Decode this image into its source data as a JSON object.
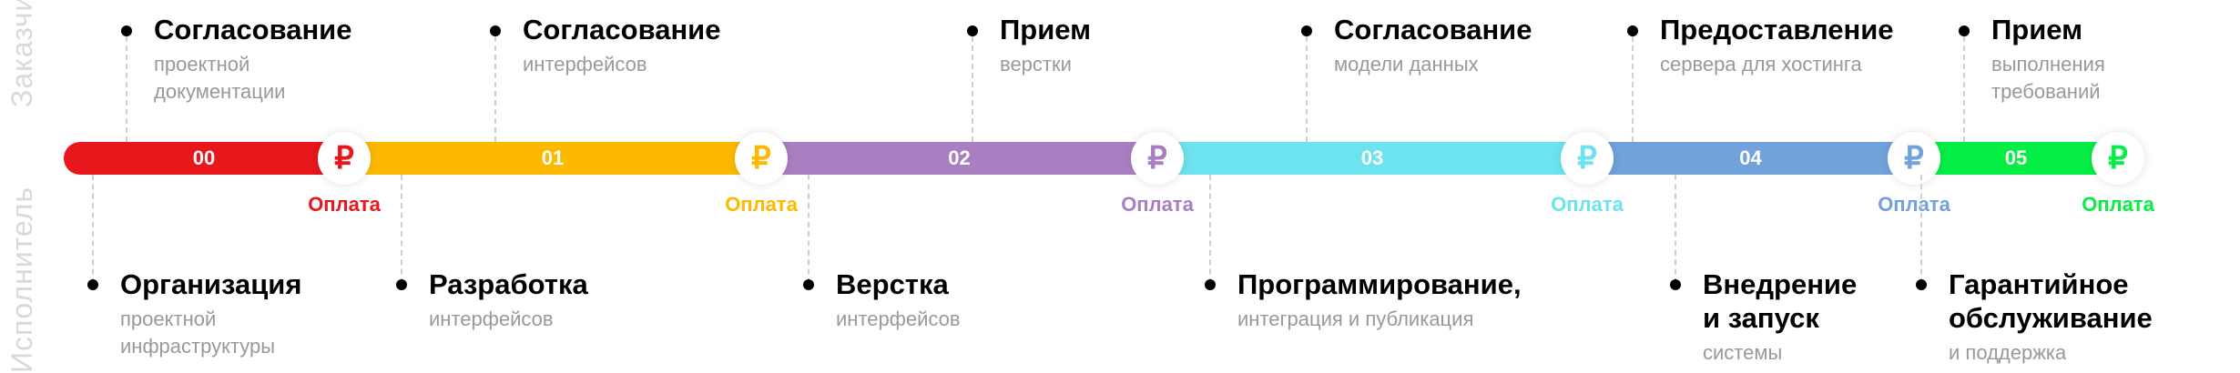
{
  "side_labels": {
    "customer": "Заказчик",
    "contractor": "Исполнитель"
  },
  "payment_label": "Оплата",
  "currency_icon": "₽",
  "segments": [
    {
      "num": "00",
      "color": "#e8171b"
    },
    {
      "num": "01",
      "color": "#fdb900"
    },
    {
      "num": "02",
      "color": "#a97fc2"
    },
    {
      "num": "03",
      "color": "#6de3ef"
    },
    {
      "num": "04",
      "color": "#71a2dc"
    },
    {
      "num": "05",
      "color": "#05ee46"
    }
  ],
  "customer_steps": [
    {
      "title": [
        "Согласование"
      ],
      "subtitle": [
        "проектной",
        "документации"
      ]
    },
    {
      "title": [
        "Согласование"
      ],
      "subtitle": [
        "интерфейсов"
      ]
    },
    {
      "title": [
        "Прием"
      ],
      "subtitle": [
        "верстки"
      ]
    },
    {
      "title": [
        "Согласование"
      ],
      "subtitle": [
        "модели данных"
      ]
    },
    {
      "title": [
        "Предоставление"
      ],
      "subtitle": [
        "сервера для хостинга"
      ]
    },
    {
      "title": [
        "Прием"
      ],
      "subtitle": [
        "выполнения",
        "требований"
      ]
    }
  ],
  "contractor_steps": [
    {
      "title": [
        "Организация"
      ],
      "subtitle": [
        "проектной",
        "инфраструктуры"
      ]
    },
    {
      "title": [
        "Разработка"
      ],
      "subtitle": [
        "интерфейсов"
      ]
    },
    {
      "title": [
        "Верстка"
      ],
      "subtitle": [
        "интерфейсов"
      ]
    },
    {
      "title": [
        "Программирование,"
      ],
      "subtitle": [
        "интеграция и публикация"
      ]
    },
    {
      "title": [
        "Внедрение",
        "и запуск"
      ],
      "subtitle": [
        "системы"
      ]
    },
    {
      "title": [
        "Гарантийное",
        "обслуживание"
      ],
      "subtitle": [
        "и поддержка"
      ]
    }
  ]
}
